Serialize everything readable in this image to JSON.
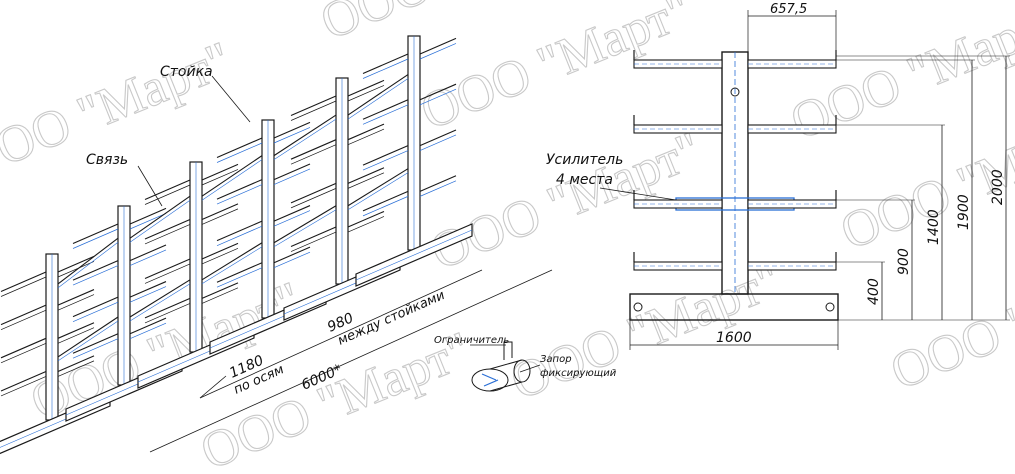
{
  "labels": {
    "stoyka": "Стойка",
    "svyaz": "Связь",
    "usilitel_line1": "Усилитель",
    "usilitel_line2": "4 места",
    "ogranichitel": "Ограничитель",
    "zapor_line1": "Запор",
    "zapor_line2": "фиксирующий"
  },
  "dimensions": {
    "arm_length": "657,5",
    "h_2000": "2000",
    "h_1900": "1900",
    "h_1400": "1400",
    "h_900": "900",
    "h_400": "400",
    "base_width": "1600",
    "between_posts_value": "980",
    "between_posts_text": "между стойками",
    "axis_spacing_value": "1180",
    "axis_spacing_text": "по осям",
    "total_length": "6000*"
  },
  "watermark": "ООО \"Март\"",
  "colors": {
    "outline": "#1a1a1a",
    "accent": "#2a6fd6",
    "watermark": "#c9c9c9"
  }
}
